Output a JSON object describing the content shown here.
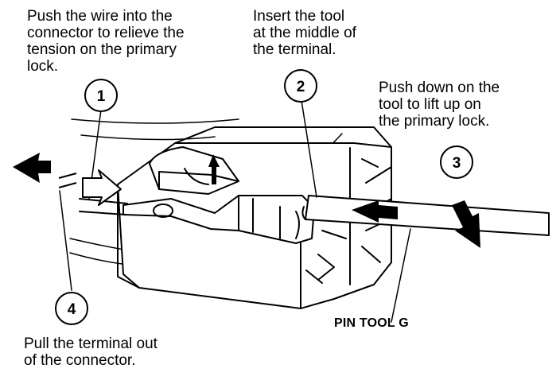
{
  "steps": [
    {
      "number": "1",
      "text": "Push the wire into the\nconnector to relieve the\ntension on the primary\nlock."
    },
    {
      "number": "2",
      "text": "Insert the tool\nat the middle of\nthe terminal."
    },
    {
      "number": "3",
      "text": "Push down on the\ntool to lift up on\nthe primary lock."
    },
    {
      "number": "4",
      "text": "Pull the terminal out\nof the connector."
    }
  ],
  "tool_label": "PIN TOOL G"
}
